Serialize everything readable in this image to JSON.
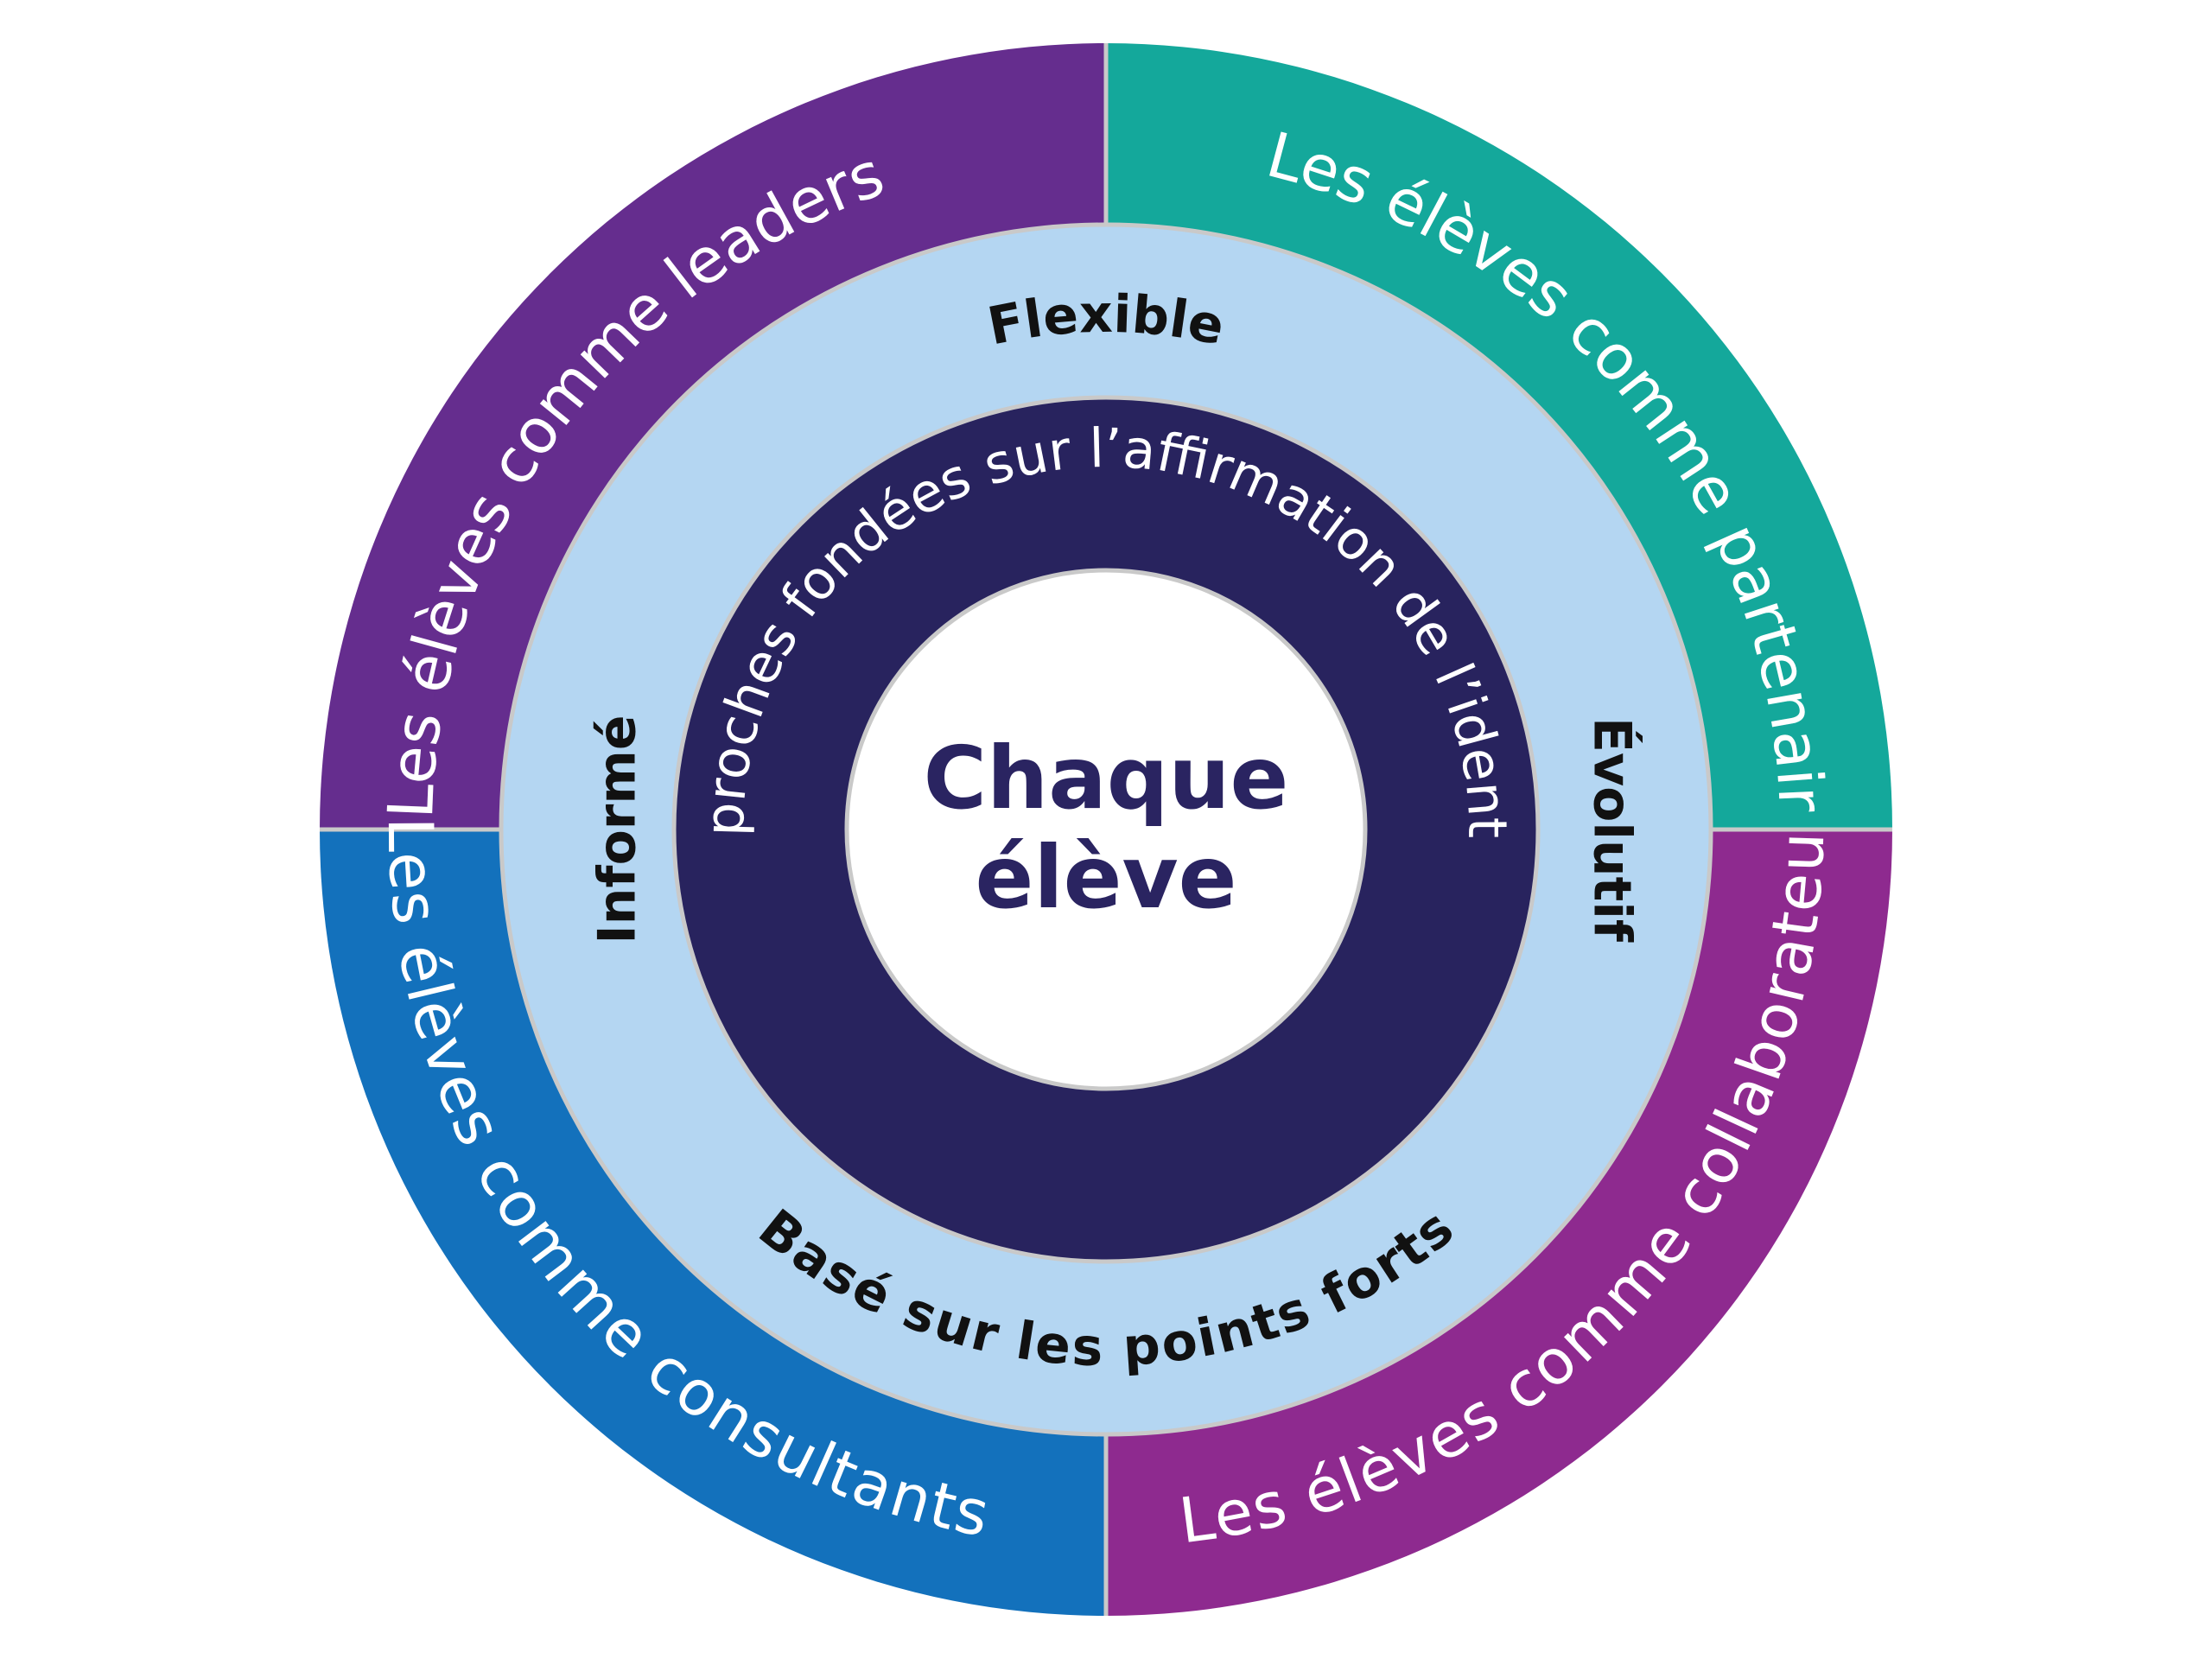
{
  "center": {
    "line1": "Chaque",
    "line2": "élève"
  },
  "inner_ring": {
    "label": "Approches fondées sur l’affirmation de l’identité"
  },
  "middle_ring": {
    "top": "Flexible",
    "right": "Évolutif",
    "bottom": "Basé sur les points forts",
    "left": "Informé"
  },
  "outer_ring": {
    "top_left": "Les élèves comme leaders",
    "top_right": "Les élèves comme partenaires",
    "bottom_right": "Les élèves comme collaborateurs",
    "bottom_left": "Les élèves comme consultants"
  },
  "colors": {
    "top_left": "#652d8e",
    "top_right": "#14a89b",
    "bottom_right": "#8e2a8f",
    "bottom_left": "#1371bc",
    "middle_ring": "#b4d6f2",
    "inner_ring": "#28235e",
    "center": "#ffffff",
    "center_text": "#2a2461",
    "separator": "#c9c9c9"
  }
}
